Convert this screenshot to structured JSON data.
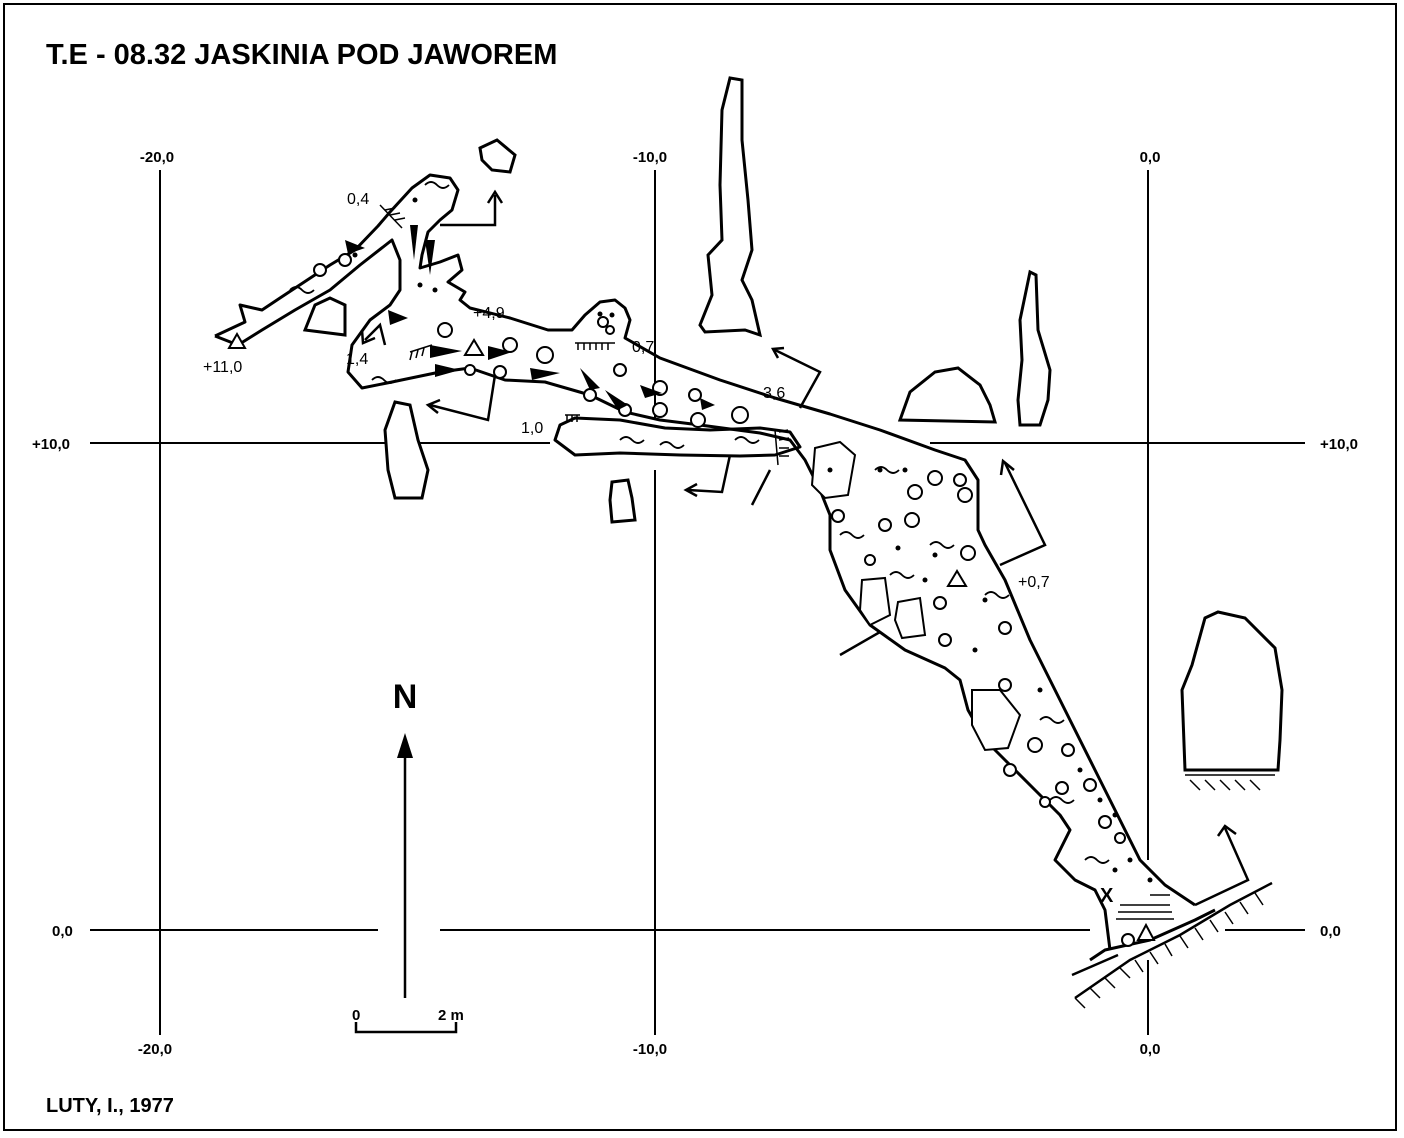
{
  "title": "T.E - 08.32  JASKINIA POD JAWOREM",
  "author": "LUTY, I., 1977",
  "north_label": "N",
  "scale": {
    "start": "0",
    "end": "2 m"
  },
  "grid": {
    "x_labels": [
      "-20,0",
      "-10,0",
      "0,0"
    ],
    "y_labels": [
      "+10,0",
      "0,0"
    ]
  },
  "depths": [
    "0,4",
    "+11,0",
    "1,4",
    "+4,9",
    "0,7",
    "1,0",
    "3,6",
    "+0,7"
  ],
  "entrance_mark": "X"
}
